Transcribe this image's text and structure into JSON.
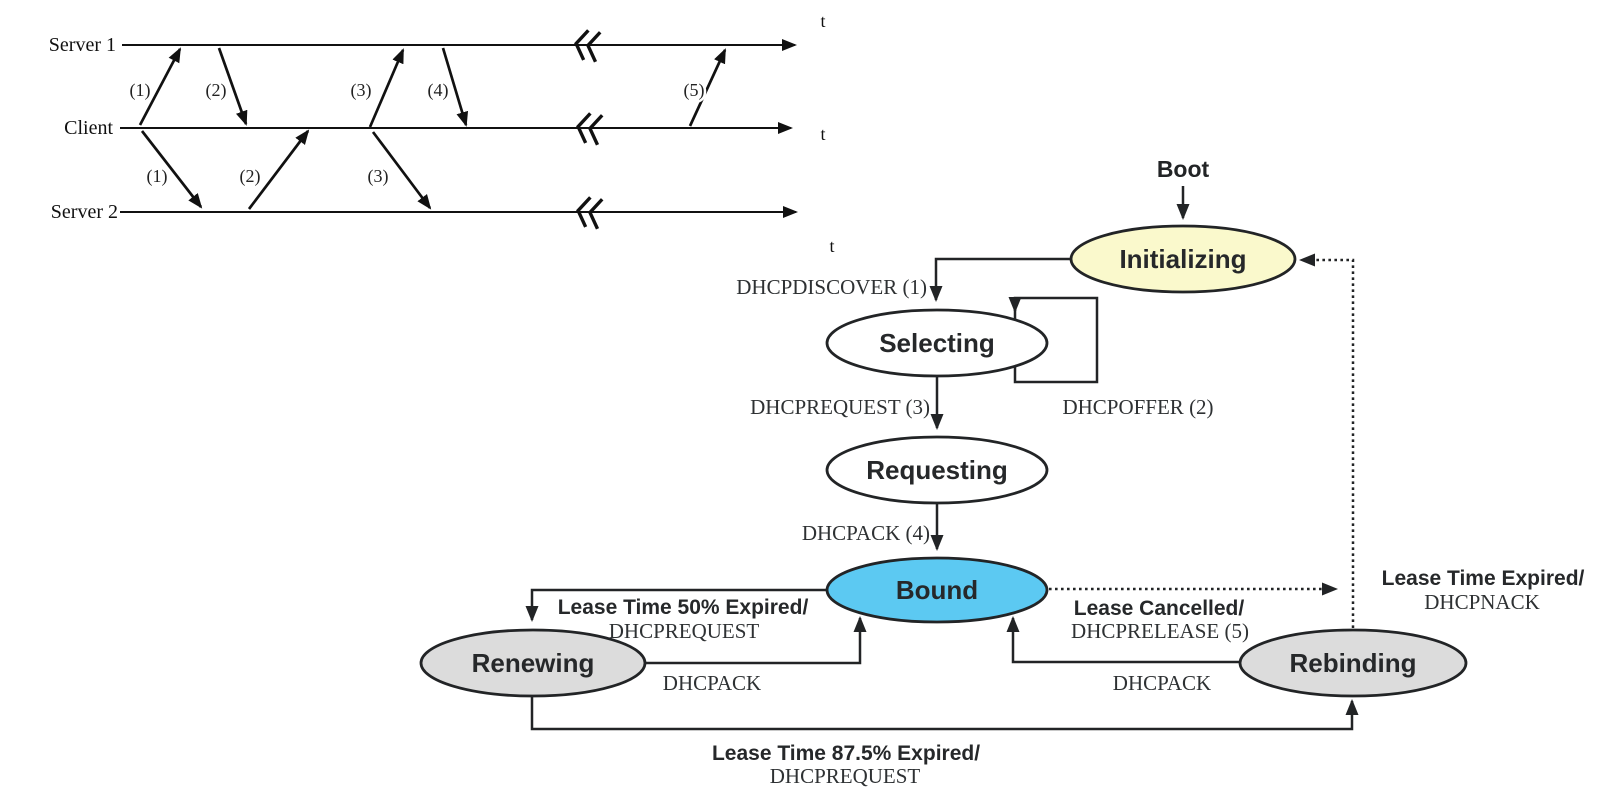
{
  "colors": {
    "background": "#ffffff",
    "line": "#111111",
    "state_stroke": "#222426",
    "initializing_fill": "#FAF9CC",
    "bound_fill": "#5CC9F2",
    "renewing_fill": "#DCDCDC",
    "rebinding_fill": "#DCDCDC",
    "plain_state_fill": "#FFFFFF"
  },
  "timing_diagram": {
    "lanes": [
      {
        "label": "Server 1"
      },
      {
        "label": "Client"
      },
      {
        "label": "Server 2"
      }
    ],
    "time_axis_label": "t",
    "messages": [
      {
        "label": "(1)",
        "from": "Client",
        "to": "Server 1"
      },
      {
        "label": "(2)",
        "from": "Server 1",
        "to": "Client"
      },
      {
        "label": "(1)",
        "from": "Client",
        "to": "Server 2"
      },
      {
        "label": "(2)",
        "from": "Server 2",
        "to": "Client"
      },
      {
        "label": "(3)",
        "from": "Client",
        "to": "Server 1"
      },
      {
        "label": "(4)",
        "from": "Server 1",
        "to": "Client"
      },
      {
        "label": "(3)",
        "from": "Client",
        "to": "Server 2"
      },
      {
        "label": "(5)",
        "from": "Client",
        "to": "Server 1"
      }
    ]
  },
  "state_machine": {
    "boot_label": "Boot",
    "states": [
      {
        "id": "initializing",
        "label": "Initializing",
        "color": "#FAF9CC"
      },
      {
        "id": "selecting",
        "label": "Selecting",
        "color": "#FFFFFF"
      },
      {
        "id": "requesting",
        "label": "Requesting",
        "color": "#FFFFFF"
      },
      {
        "id": "bound",
        "label": "Bound",
        "color": "#5CC9F2"
      },
      {
        "id": "renewing",
        "label": "Renewing",
        "color": "#DCDCDC"
      },
      {
        "id": "rebinding",
        "label": "Rebinding",
        "color": "#DCDCDC"
      }
    ],
    "transitions": {
      "discover": {
        "label": "DHCPDISCOVER (1)",
        "from": "Initializing",
        "to": "Selecting"
      },
      "offer": {
        "label": "DHCPOFFER (2)",
        "from": "Selecting",
        "to": "Selecting"
      },
      "request": {
        "label": "DHCPREQUEST (3)",
        "from": "Selecting",
        "to": "Requesting"
      },
      "ack": {
        "label": "DHCPACK (4)",
        "from": "Requesting",
        "to": "Bound"
      },
      "renew": {
        "event": "Lease Time 50% Expired/",
        "action": "DHCPREQUEST",
        "from": "Bound",
        "to": "Renewing"
      },
      "renew_ack": {
        "label": "DHCPACK",
        "from": "Renewing",
        "to": "Bound"
      },
      "cancel": {
        "event": "Lease Cancelled/",
        "action": "DHCPRELEASE (5)",
        "from": "Bound",
        "to": "Initializing"
      },
      "rebind": {
        "event": "Lease Time 87.5% Expired/",
        "action": "DHCPREQUEST",
        "from": "Renewing",
        "to": "Rebinding"
      },
      "rebind_ack": {
        "label": "DHCPACK",
        "from": "Rebinding",
        "to": "Bound"
      },
      "expire": {
        "event": "Lease Time Expired/",
        "action": "DHCPNACK",
        "from": "Rebinding",
        "to": "Initializing"
      }
    }
  }
}
